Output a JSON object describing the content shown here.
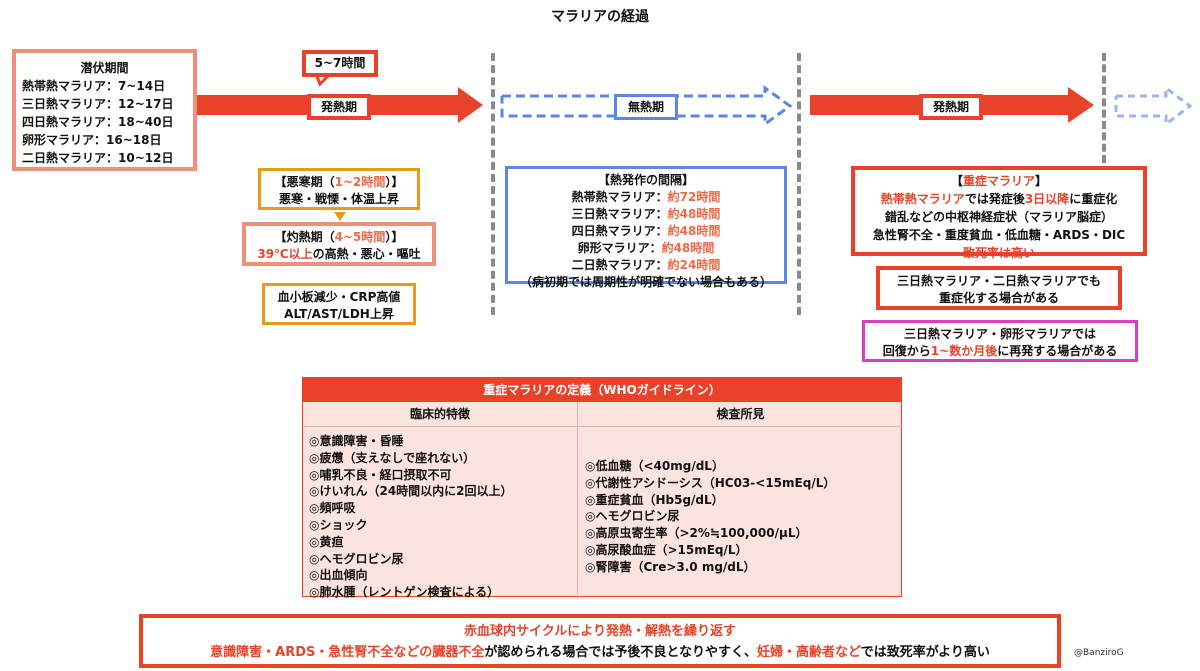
{
  "title": "マラリアの経過",
  "incubation": {
    "header": "潜伏期間",
    "rows": [
      "熱帯熱マラリア：7~14日",
      "三日熱マラリア：12~17日",
      "四日熱マラリア：18~40日",
      "卵形マラリア：16~18日",
      "二日熱マラリア：10~12日"
    ]
  },
  "timeline": {
    "callout": "5~7時間",
    "fever1": "発熱期",
    "afebrile": "無熱期",
    "fever2": "発熱期"
  },
  "chills": {
    "title_a": "【悪寒期（",
    "title_b": "1~2時間",
    "title_c": "）】",
    "body": "悪寒・戦慄・体温上昇"
  },
  "hot": {
    "title_a": "【灼熱期（",
    "title_b": "4~5時間",
    "title_c": "）】",
    "body_a": "39℃以上",
    "body_b": "の高熱・悪心・嘔吐"
  },
  "labs": {
    "line1": "血小板減少・CRP高値",
    "line2": "ALT/AST/LDH上昇"
  },
  "interval": {
    "title": "【熱発作の間隔】",
    "rows": [
      {
        "label": "熱帯熱マラリア：",
        "value": "約72時間"
      },
      {
        "label": "三日熱マラリア：",
        "value": "約48時間"
      },
      {
        "label": "四日熱マラリア：",
        "value": "約48時間"
      },
      {
        "label": "卵形マラリア：",
        "value": "約48時間"
      },
      {
        "label": "二日熱マラリア：",
        "value": "約24時間"
      }
    ],
    "note": "（病初期では周期性が明確でない場合もある）"
  },
  "severe": {
    "title_a": "【",
    "title_b": "重症マラリア",
    "title_c": "】",
    "l1_a": "熱帯熱マラリア",
    "l1_b": "では発症後",
    "l1_c": "3日以降",
    "l1_d": "に重症化",
    "l2": "錯乱などの中枢神経症状（マラリア脳症）",
    "l3": "急性腎不全・重度貧血・低血糖・ARDS・DIC",
    "l4": "致死率は高い"
  },
  "vivax_severe": {
    "line1": "三日熱マラリア・二日熱マラリアでも",
    "line2": "重症化する場合がある"
  },
  "relapse": {
    "line1": "三日熱マラリア・卵形マラリアでは",
    "line2_a": "回復から",
    "line2_b": "1~数か月後",
    "line2_c": "に再発する場合がある"
  },
  "table": {
    "header": "重症マラリアの定義（WHOガイドライン）",
    "col1_header": "臨床的特徴",
    "col2_header": "検査所見",
    "clinical": [
      "◎意識障害・昏睡",
      "◎疲憊（支えなしで座れない）",
      "◎哺乳不良・経口摂取不可",
      "◎けいれん（24時間以内に2回以上）",
      "◎頻呼吸",
      "◎ショック",
      "◎黄疸",
      "◎ヘモグロビン尿",
      "◎出血傾向",
      "◎肺水腫（レントゲン検査による）"
    ],
    "labs": [
      "◎低血糖（<40mg/dL）",
      "◎代謝性アシドーシス（HC03-<15mEq/L）",
      "◎重症貧血（Hb5g/dL）",
      "◎ヘモグロビン尿",
      "◎高原虫寄生率（>2%≒100,000/μL）",
      "◎高尿酸血症（>15mEq/L）",
      "◎腎障害（Cre>3.0 mg/dL）"
    ]
  },
  "bottom": {
    "line1": "赤血球内サイクルにより発熱・解熱を繰り返す",
    "l2_a": "意識障害・ARDS・急性腎不全などの臓器不全",
    "l2_b": "が認められる場合では予後不良となりやすく、",
    "l2_c": "妊婦・高齢者など",
    "l2_d": "では致死率がより高い"
  },
  "credit": "@BanziroG",
  "colors": {
    "red": "#e8432a",
    "orange": "#e89a1c",
    "blue": "#5b86e3",
    "salmon": "#f0907c",
    "magenta": "#d83fc4"
  }
}
